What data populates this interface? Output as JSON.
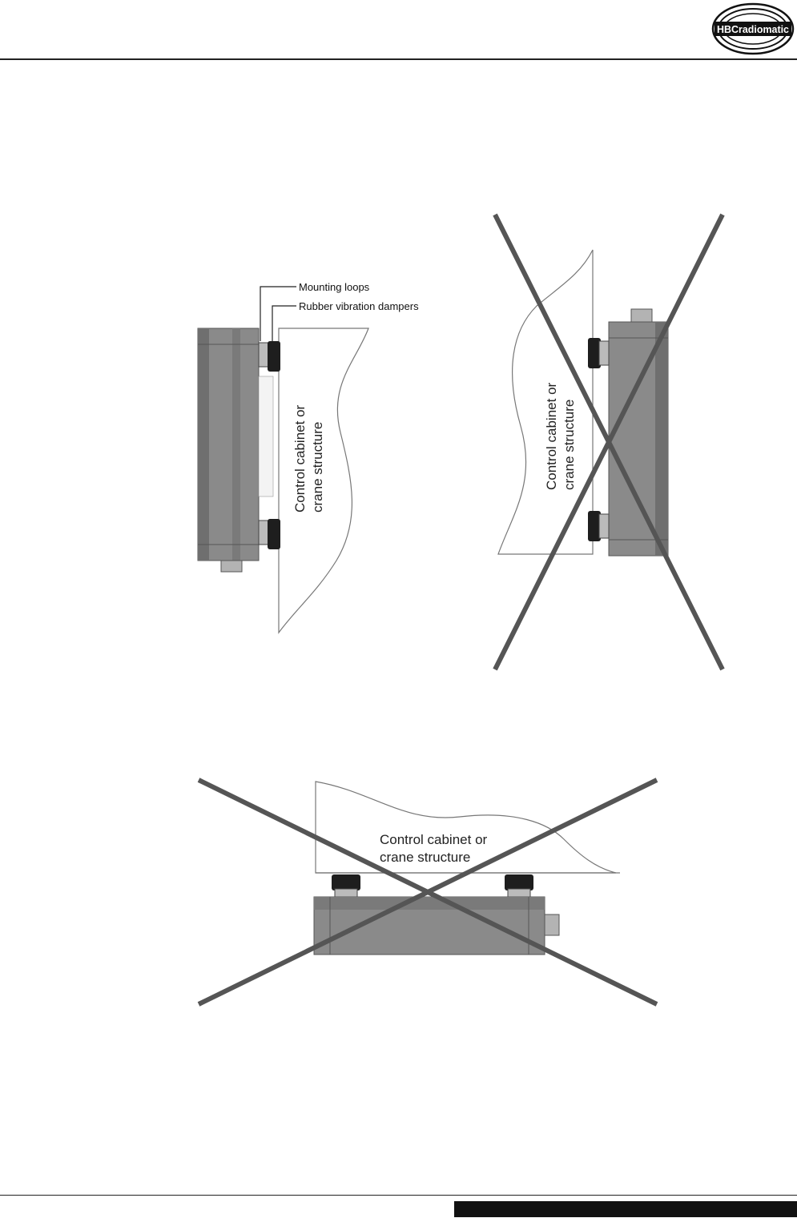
{
  "header": {
    "logo": {
      "text": "HBCradiomatic",
      "icon": "hbc-radiomatic-logo"
    }
  },
  "figures": {
    "correct": {
      "label_mounting_loops": "Mounting loops",
      "label_rubber_dampers": "Rubber vibration dampers",
      "label_structure_line1": "Control cabinet or",
      "label_structure_line2": "crane structure"
    },
    "wrong_vertical": {
      "label_structure_line1": "Control cabinet or",
      "label_structure_line2": "crane structure"
    },
    "wrong_horizontal": {
      "label_structure_line1": "Control cabinet or",
      "label_structure_line2": "crane structure"
    }
  },
  "colors": {
    "cross": "#555555",
    "housing": "#8a8a8a",
    "housing_dark": "#6a6a6a",
    "damper": "#1e1e1e"
  }
}
